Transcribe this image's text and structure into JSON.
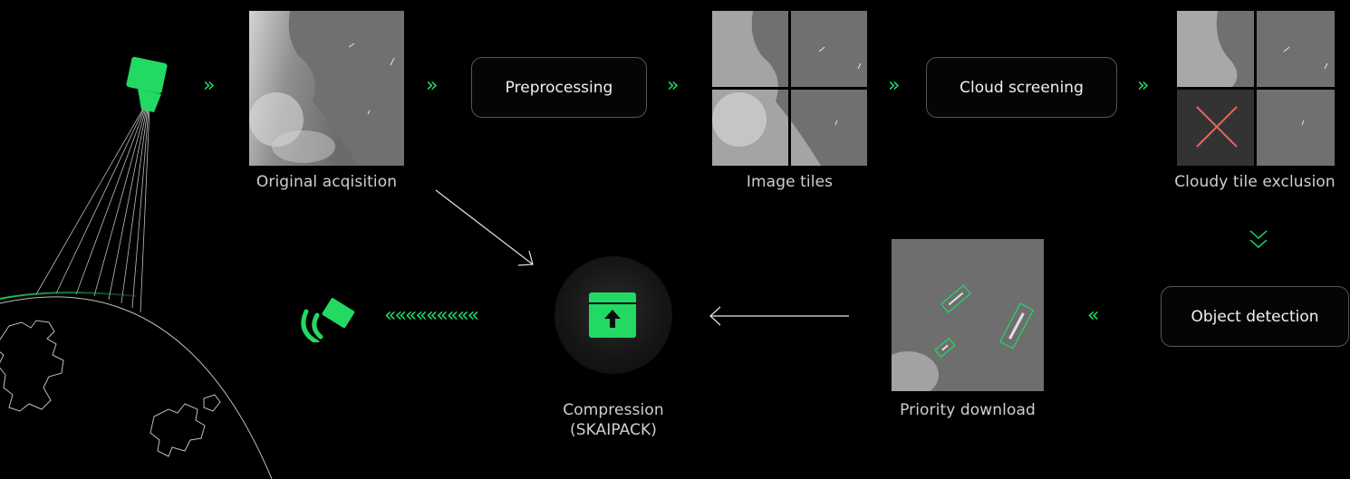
{
  "colors": {
    "accent": "#22d964",
    "background": "#000000",
    "box_border": "#555555",
    "exclusion_mark": "#e8645e"
  },
  "labels": {
    "original": "Original acqisition",
    "tiles": "Image tiles",
    "cloudy": "Cloudy tile exclusion",
    "priority": "Priority download",
    "compression_line1": "Compression",
    "compression_line2": "(SKAIPACK)"
  },
  "steps": {
    "preprocessing": "Preprocessing",
    "cloud_screening": "Cloud screening",
    "object_detection": "Object detection"
  },
  "chevrons": {
    "right": "»",
    "left": "«",
    "down": "⌄",
    "downlink_chain": "«««««««««"
  },
  "icons": {
    "satellite": "satellite-camera-icon",
    "ground_station": "ground-antenna-icon",
    "archive": "archive-upload-icon",
    "earth": "earth-outline-icon",
    "excluded": "cross-icon"
  }
}
